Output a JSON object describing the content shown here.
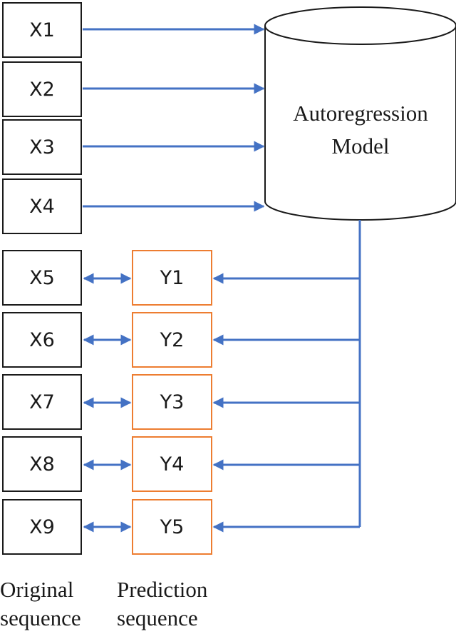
{
  "model": {
    "line1": "Autoregression",
    "line2": "Model"
  },
  "original": [
    "X1",
    "X2",
    "X3",
    "X4",
    "X5",
    "X6",
    "X7",
    "X8",
    "X9"
  ],
  "prediction": [
    "Y1",
    "Y2",
    "Y3",
    "Y4",
    "Y5"
  ],
  "captions": {
    "original": {
      "line1": "Original",
      "line2": "sequence"
    },
    "prediction": {
      "line1": "Prediction",
      "line2": "sequence"
    }
  },
  "colors": {
    "arrow": "#4472c4",
    "prediction_border": "#ed7d31",
    "original_border": "#1a1a1a"
  }
}
